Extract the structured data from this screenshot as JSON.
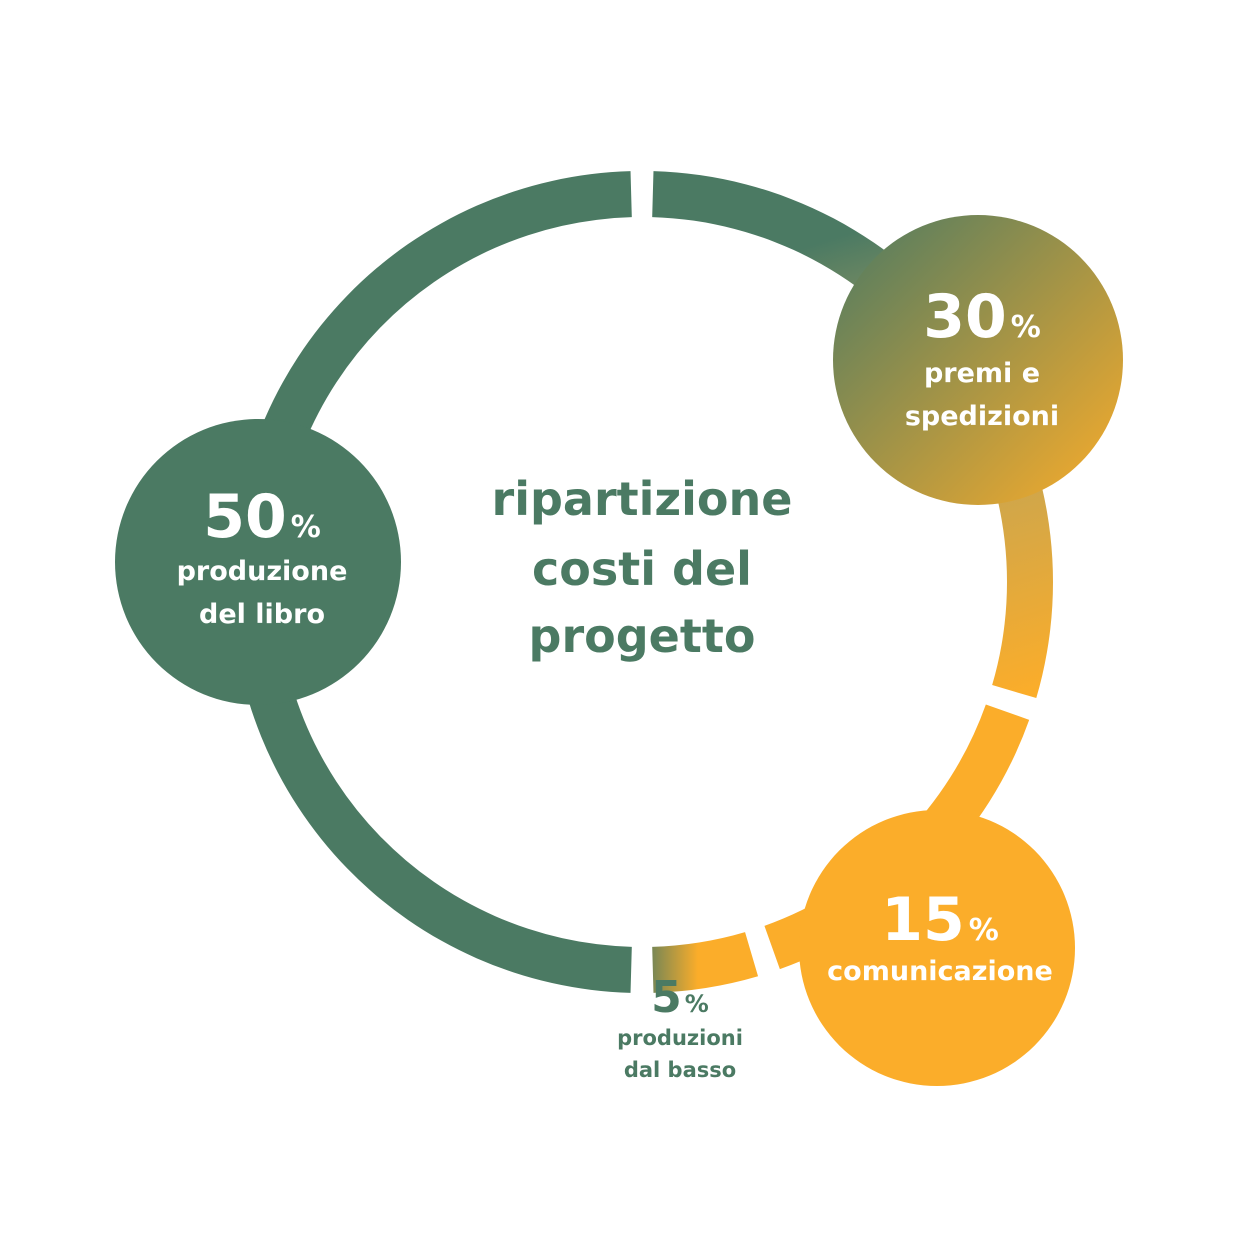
{
  "chart_data": {
    "type": "pie",
    "title": "ripartizione costi del progetto",
    "title_lines": [
      "ripartizione",
      "costi del",
      "progetto"
    ],
    "slices": [
      {
        "value": 30,
        "display": "30",
        "unit": "%",
        "label_lines": [
          "premi e",
          "spedizioni"
        ]
      },
      {
        "value": 15,
        "display": "15",
        "unit": "%",
        "label_lines": [
          "comunicazione"
        ]
      },
      {
        "value": 5,
        "display": "5",
        "unit": "%",
        "label_lines": [
          "produzioni",
          "dal basso"
        ]
      },
      {
        "value": 50,
        "display": "50",
        "unit": "%",
        "label_lines": [
          "produzione",
          "del libro"
        ]
      }
    ]
  },
  "colors": {
    "green": "#4b7a63",
    "orange": "#fbad2a",
    "white": "#ffffff"
  }
}
